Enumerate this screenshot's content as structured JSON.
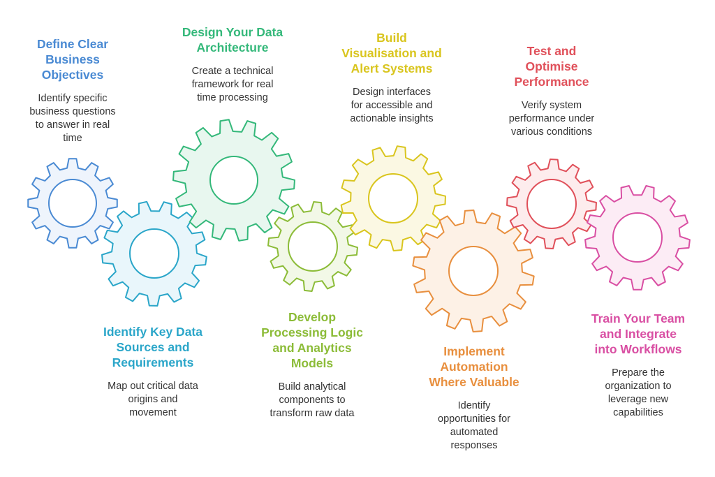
{
  "steps": [
    {
      "title": "Define Clear\nBusiness\nObjectives",
      "description": "Identify specific\nbusiness questions\nto answer in real\ntime",
      "color": "#4a8ad3",
      "gear_fill": "#eef4fc"
    },
    {
      "title": "Identify Key Data\nSources and\nRequirements",
      "description": "Map out critical data\norigins and\nmovement",
      "color": "#2ba6c9",
      "gear_fill": "#e9f6fb"
    },
    {
      "title": "Design Your Data\nArchitecture",
      "description": "Create a technical\nframework for real\ntime processing",
      "color": "#34b87a",
      "gear_fill": "#e8f7ef"
    },
    {
      "title": "Develop\nProcessing Logic\nand Analytics\nModels",
      "description": "Build analytical\ncomponents to\ntransform raw data",
      "color": "#8cbc38",
      "gear_fill": "#f2f8e7"
    },
    {
      "title": "Build\nVisualisation and\nAlert Systems",
      "description": "Design interfaces\nfor accessible and\nactionable insights",
      "color": "#d9c51e",
      "gear_fill": "#fbf8e3"
    },
    {
      "title": "Implement\nAutomation\nWhere Valuable",
      "description": "Identify\nopportunities for\nautomated\nresponses",
      "color": "#e88f3e",
      "gear_fill": "#fdf1e6"
    },
    {
      "title": "Test and\nOptimise\nPerformance",
      "description": "Verify system\nperformance under\nvarious conditions",
      "color": "#e0505a",
      "gear_fill": "#fdeced"
    },
    {
      "title": "Train Your Team\nand Integrate\ninto Workflows",
      "description": "Prepare the\norganization to\nleverage new\ncapabilities",
      "color": "#d94fa3",
      "gear_fill": "#fcecf5"
    }
  ]
}
